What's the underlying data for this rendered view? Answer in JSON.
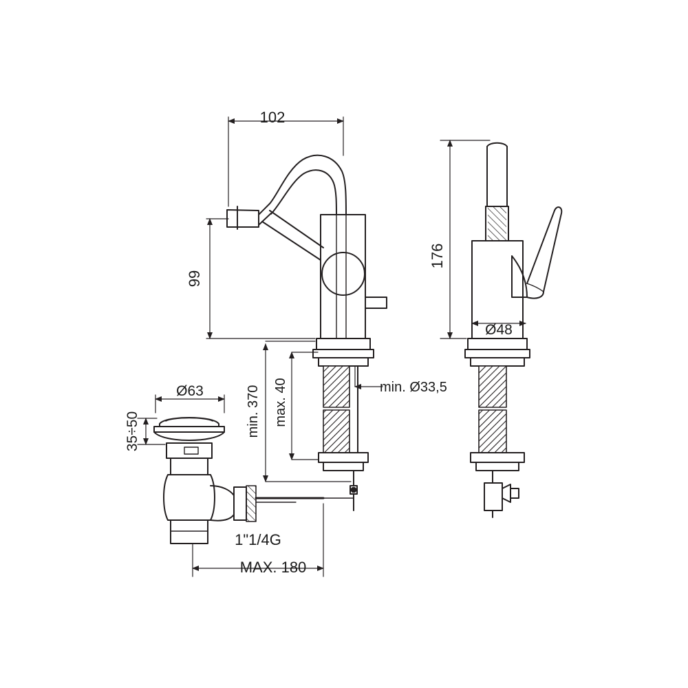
{
  "document": {
    "type": "technical-drawing",
    "subject": "Bidet mixer tap with pop-up waste — dimensioned product drawing",
    "line_color": "#231f20",
    "background_color": "#ffffff",
    "text_color": "#1a1a1a"
  },
  "dimensions": {
    "spout_reach": "102",
    "spout_height": "99",
    "overall_height": "176",
    "body_diameter": "Ø48",
    "waste_cap_diameter": "Ø63",
    "basin_thickness": "35÷50",
    "min_hose_length": "min. 370",
    "max_worktop_thickness": "max. 40",
    "min_hole_diameter": "min. Ø33,5",
    "waste_thread": "1\"1/4G",
    "max_waste_reach": "MAX. 180"
  },
  "views": {
    "front": {
      "name": "front-elevation",
      "labels": [
        "102",
        "99",
        "min. 370",
        "max. 40",
        "min. Ø33,5"
      ]
    },
    "side": {
      "name": "side-elevation",
      "labels": [
        "176",
        "Ø48"
      ]
    },
    "waste": {
      "name": "pop-up-waste-detail",
      "labels": [
        "Ø63",
        "35÷50",
        "1\"1/4G",
        "MAX. 180"
      ]
    }
  }
}
